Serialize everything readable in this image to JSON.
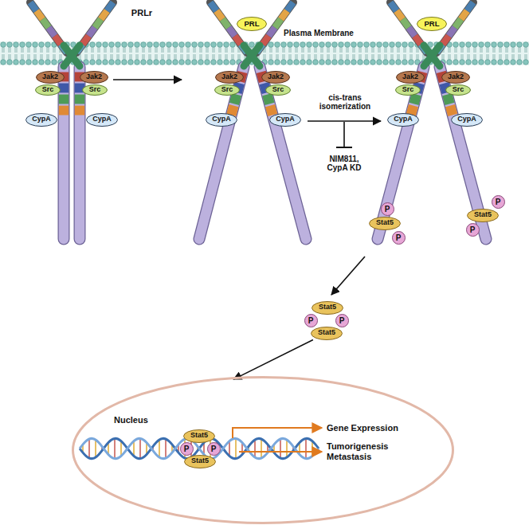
{
  "diagram": {
    "nodes": [
      {
        "text": [
          "Jak2"
        ]
      },
      {
        "text": [
          "Jak2"
        ]
      },
      {
        "text": [
          "Src"
        ]
      },
      {
        "text": [
          "Src"
        ]
      },
      {
        "text": [
          "CypA"
        ]
      },
      {
        "text": [
          "CypA"
        ]
      },
      {
        "text": [
          "PRL"
        ]
      },
      {
        "text": [
          "Jak2"
        ]
      },
      {
        "text": [
          "Jak2"
        ]
      },
      {
        "text": [
          "Src"
        ]
      },
      {
        "text": [
          "Src"
        ]
      },
      {
        "text": [
          "CypA"
        ]
      },
      {
        "text": [
          "CypA"
        ]
      },
      {
        "text": [
          "PRL"
        ]
      },
      {
        "text": [
          "Jak2"
        ]
      },
      {
        "text": [
          "Jak2"
        ]
      },
      {
        "text": [
          "Src"
        ]
      },
      {
        "text": [
          "Src"
        ]
      },
      {
        "text": [
          "CypA"
        ]
      },
      {
        "text": [
          "CypA"
        ]
      },
      {
        "text": [
          "P"
        ]
      },
      {
        "text": [
          "P"
        ]
      },
      {
        "text": [
          "Stat5"
        ]
      },
      {
        "text": [
          "Stat5"
        ]
      },
      {
        "text": [
          "P"
        ]
      },
      {
        "text": [
          "P"
        ]
      },
      {
        "text": [
          "Stat5"
        ]
      },
      {
        "text": [
          "P"
        ]
      },
      {
        "text": [
          "P"
        ]
      },
      {
        "text": [
          "Stat5"
        ]
      },
      {
        "text": [
          "Nucleus"
        ]
      },
      {
        "text": [
          "Stat5"
        ],
        "in": 30
      },
      {
        "text": [
          "P"
        ],
        "in": 30
      },
      {
        "text": [
          "P"
        ],
        "in": 30
      },
      {
        "text": [
          "Stat5"
        ],
        "in": 30
      }
    ],
    "edges": [
      {
        "from": 29,
        "to": 30,
        "arrow": "to"
      }
    ],
    "labels": [
      "PRLr",
      "Plasma Membrane",
      "cis-trans isomerization",
      "NIM811, CypA KD",
      "Gene Expression",
      "Tumorigenesis Metastasis"
    ]
  }
}
